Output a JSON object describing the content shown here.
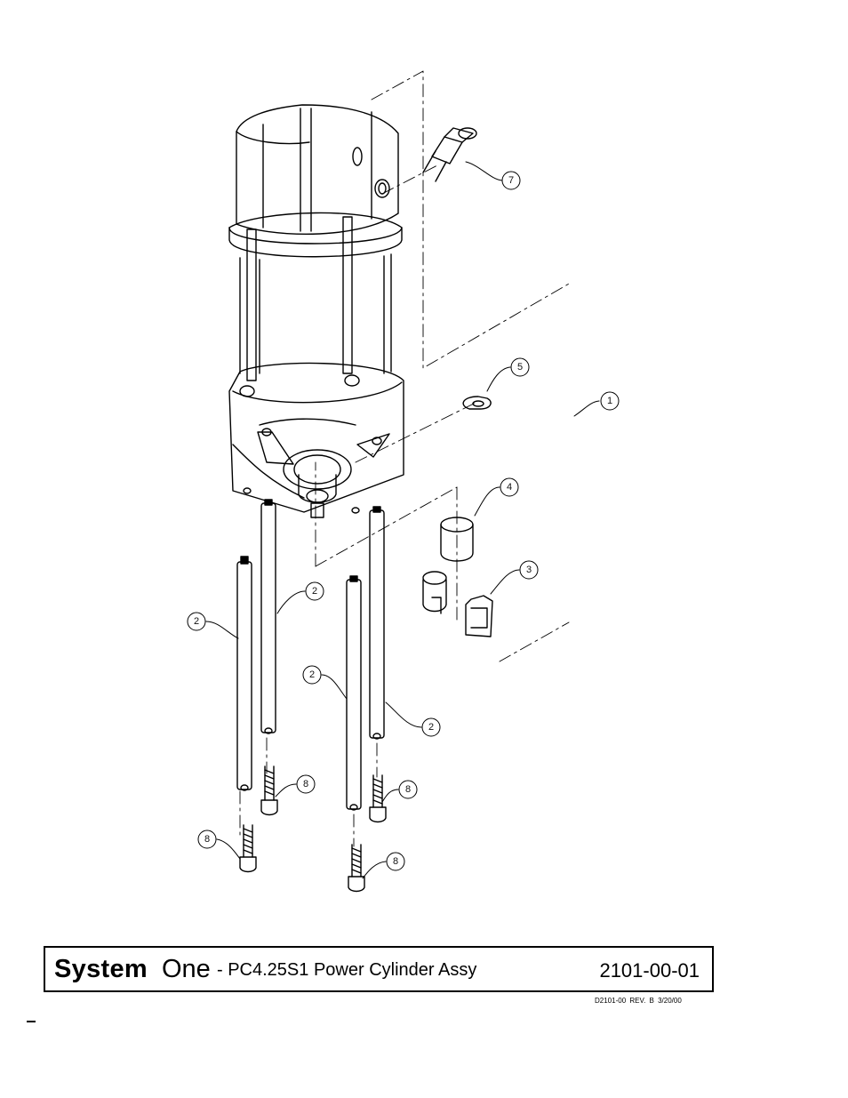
{
  "callouts": [
    "1",
    "2",
    "2",
    "2",
    "2",
    "3",
    "4",
    "5",
    "7",
    "8",
    "8",
    "8",
    "8"
  ],
  "title_block": {
    "brand_bold": "System",
    "brand_regular": "One",
    "product": "- PC4.25S1 Power Cylinder Assy",
    "part_number": "2101-00-01"
  },
  "drawing_ref": "D2101-00 REV. B 3/20/00",
  "colors": {
    "line": "#000000",
    "background": "#ffffff"
  }
}
